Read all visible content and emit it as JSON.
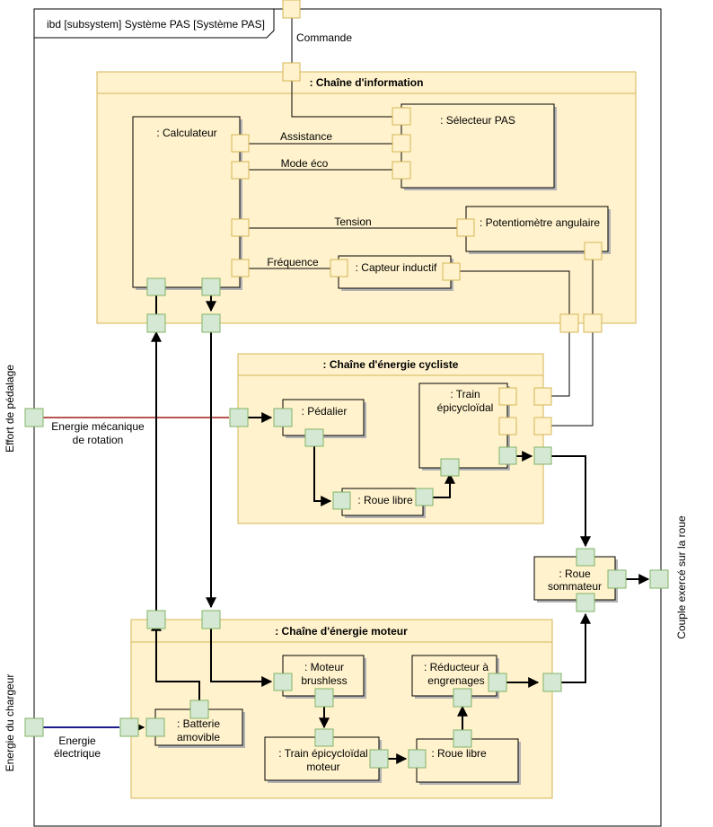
{
  "diagram": {
    "frame_label": "ibd [subsystem] Système PAS [Système PAS]",
    "external": {
      "commande": "Commande",
      "effort": "Effort de pédalage",
      "chargeur": "Energie du chargeur",
      "couple": "Couple exercé sur la roue"
    },
    "groups": {
      "info": ": Chaîne d'information",
      "cycliste": ": Chaîne d'énergie cycliste",
      "moteur": ": Chaîne d'énergie moteur"
    },
    "blocks": {
      "calculateur": ": Calculateur",
      "selecteur": ": Sélecteur PAS",
      "potentiometre": ": Potentiomètre angulaire",
      "capteur": ": Capteur inductif",
      "pedalier": ": Pédalier",
      "train_line1": ": Train",
      "train_line2": "épicycloïdal",
      "roue_libre_cycliste": ": Roue libre",
      "roue_somm_line1": ": Roue",
      "roue_somm_line2": "sommateur",
      "moteur_line1": ": Moteur",
      "moteur_line2": "brushless",
      "reducteur_line1": ": Réducteur à",
      "reducteur_line2": "engrenages",
      "batterie_line1": ": Batterie",
      "batterie_line2": "amovible",
      "train_moteur_line1": ": Train épicycloïdal",
      "train_moteur_line2": "moteur",
      "roue_libre_moteur": ": Roue libre"
    },
    "flows": {
      "assistance": "Assistance",
      "mode_eco": "Mode éco",
      "tension": "Tension",
      "frequence": "Fréquence",
      "meca_line1": "Energie mécanique",
      "meca_line2": "de rotation",
      "elec_line1": "Energie",
      "elec_line2": "électrique"
    }
  }
}
